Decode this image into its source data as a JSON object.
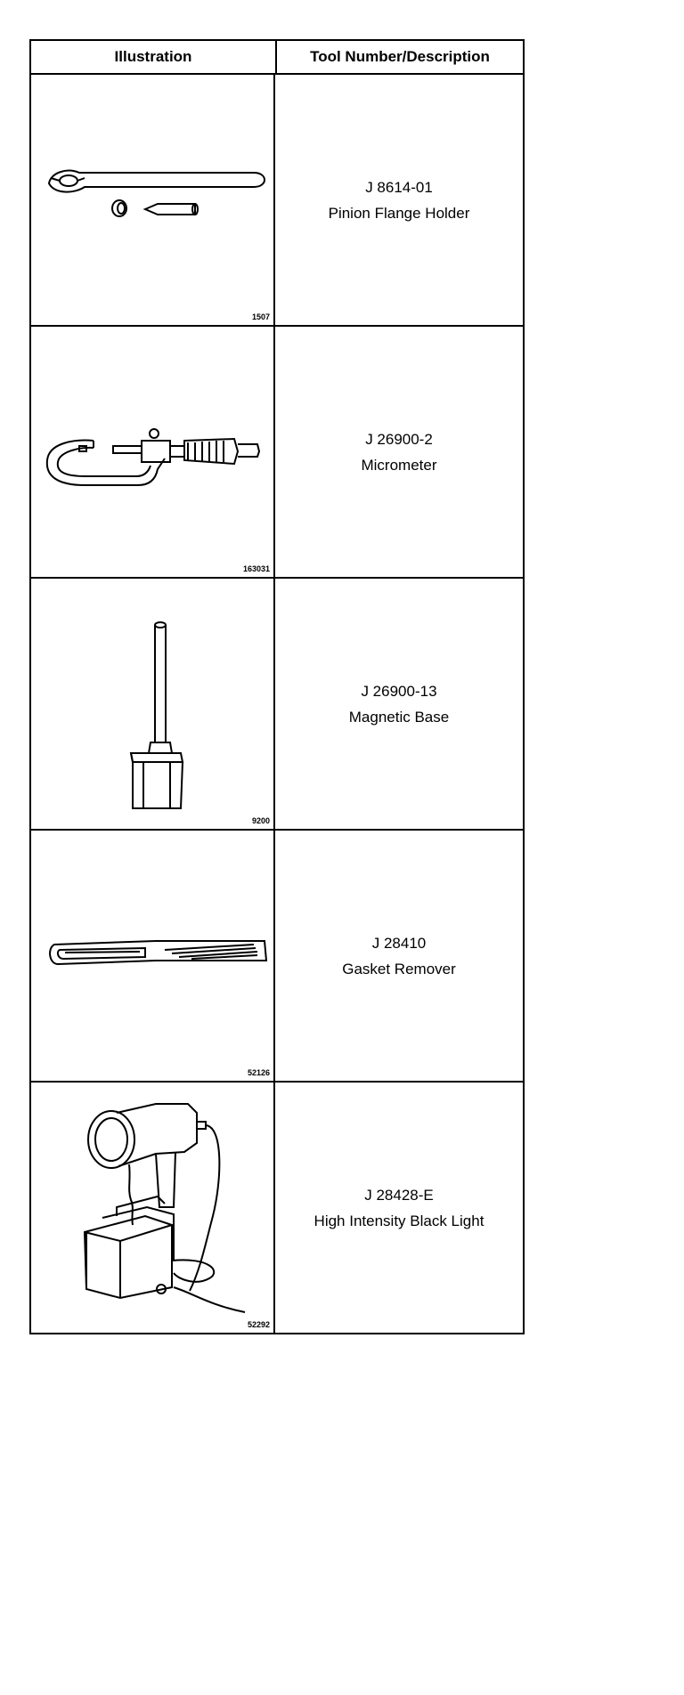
{
  "table": {
    "header": {
      "illustration": "Illustration",
      "tool": "Tool Number/Description"
    },
    "rows": [
      {
        "icon": "pinion-flange-holder",
        "figure": "1507",
        "number": "J 8614-01",
        "description": "Pinion Flange Holder"
      },
      {
        "icon": "micrometer",
        "figure": "163031",
        "number": "J 26900-2",
        "description": "Micrometer"
      },
      {
        "icon": "magnetic-base",
        "figure": "9200",
        "number": "J 26900-13",
        "description": "Magnetic Base"
      },
      {
        "icon": "gasket-remover",
        "figure": "52126",
        "number": "J 28410",
        "description": "Gasket Remover"
      },
      {
        "icon": "black-light",
        "figure": "52292",
        "number": "J 28428-E",
        "description": "High Intensity Black Light"
      }
    ]
  }
}
